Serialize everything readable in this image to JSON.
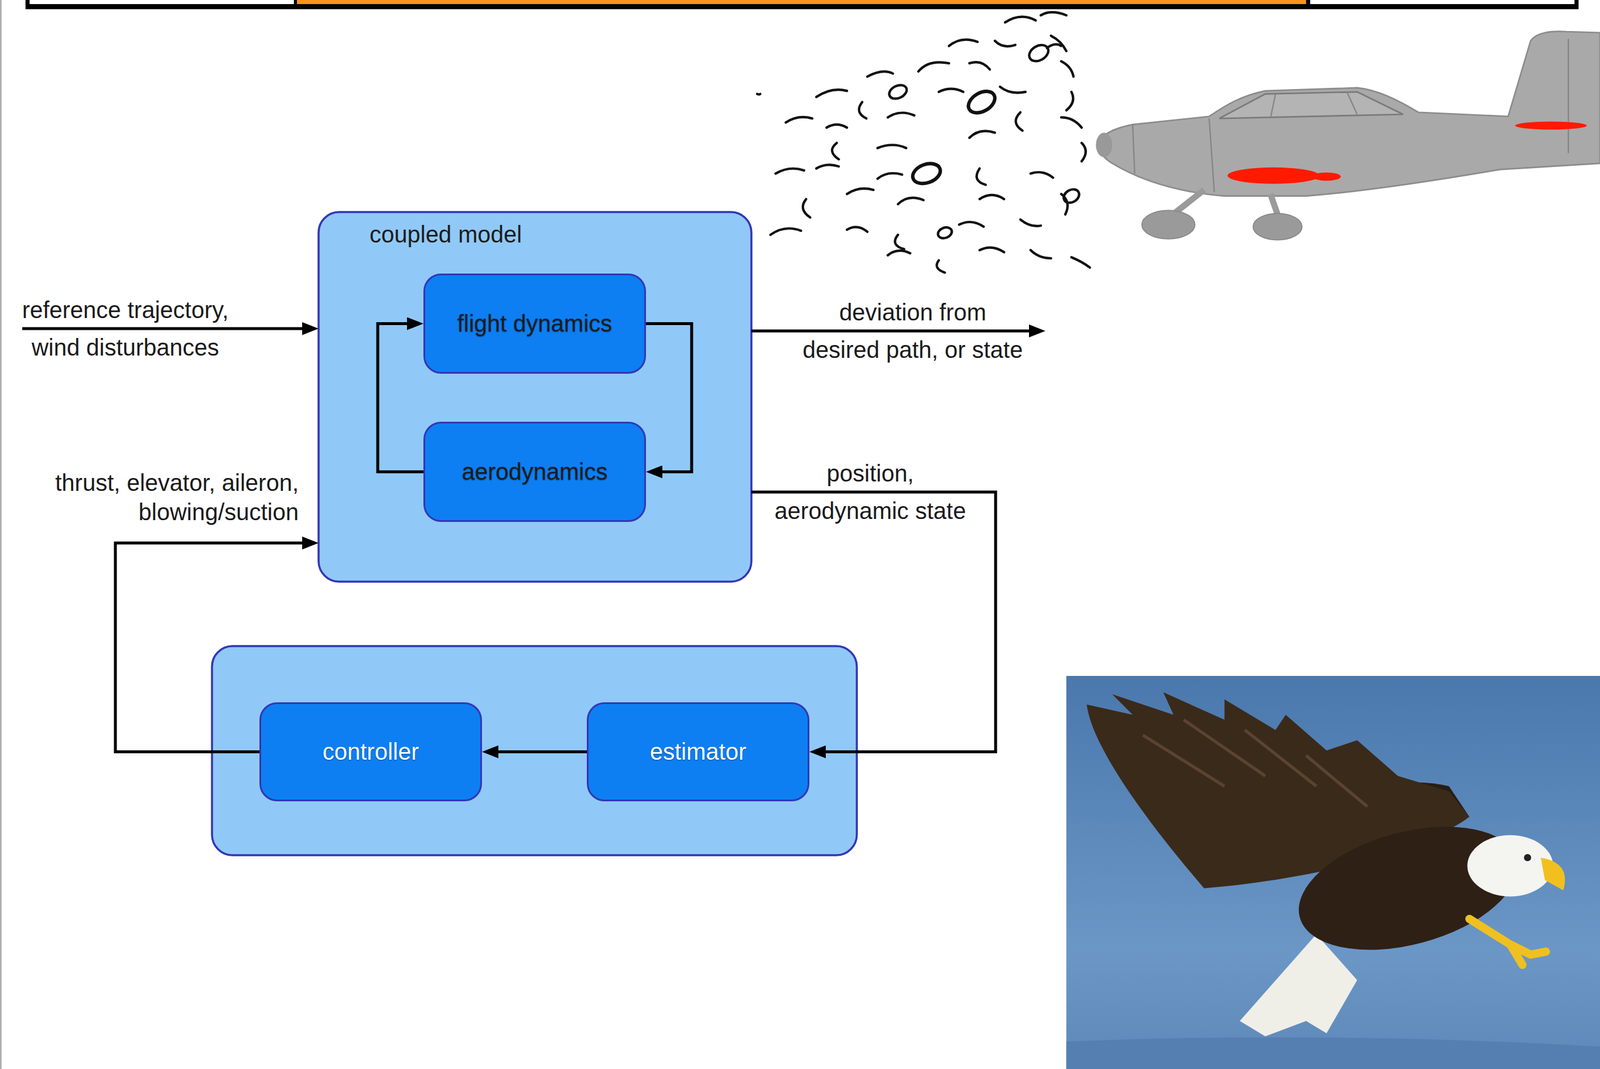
{
  "diagram": {
    "nodes": [
      {
        "text": [
          "coupled model"
        ]
      },
      {
        "text": [
          "flight dynamics"
        ],
        "in": 0
      },
      {
        "text": [
          "aerodynamics"
        ],
        "in": 0
      },
      {
        "text": [
          "controller"
        ]
      },
      {
        "text": [
          "estimator"
        ]
      }
    ],
    "edges": [
      {
        "from": 1,
        "to": 2,
        "arrow": "to"
      },
      {
        "from": 2,
        "to": 1,
        "arrow": "to"
      },
      {
        "from": 0,
        "to": 4,
        "label": "position, aerodynamic state",
        "arrow": "to"
      },
      {
        "from": 4,
        "to": 3,
        "arrow": "to"
      },
      {
        "from": 3,
        "to": 0,
        "label": "thrust, elevator, aileron, blowing/suction",
        "arrow": "to"
      }
    ],
    "labels": [
      "reference trajectory, wind disturbances",
      "deviation from desired path, or state"
    ]
  }
}
